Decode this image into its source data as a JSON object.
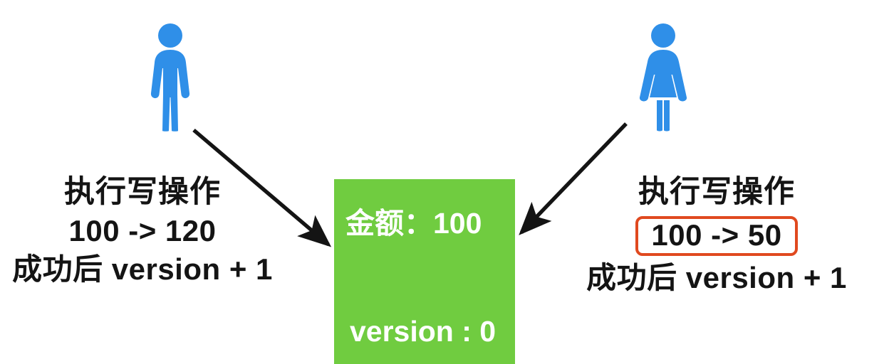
{
  "diagram": {
    "title": "optimistic-lock-concurrent-write",
    "colors": {
      "person": "#2f8fe8",
      "record_box": "#70cc40",
      "record_text": "#ffffff",
      "highlight_border": "#e0491f",
      "arrow": "#141414",
      "text": "#141414",
      "background": "#ffffff"
    },
    "actors": [
      {
        "id": "left-user",
        "icon": "male-person-icon",
        "label": ""
      },
      {
        "id": "right-user",
        "icon": "female-person-icon",
        "label": ""
      }
    ],
    "left_operation": {
      "action_label": "执行写操作",
      "value_change": "100 -> 120",
      "result_label": "成功后 version + 1",
      "highlighted": false
    },
    "right_operation": {
      "action_label": "执行写操作",
      "value_change": "100 -> 50",
      "result_label": "成功后 version + 1",
      "highlighted": true
    },
    "record": {
      "amount_label": "金额",
      "amount_separator": "：",
      "amount_value": "100",
      "amount_line": "金额：100",
      "version_label": "version",
      "version_separator": " : ",
      "version_value": "0",
      "version_line": "version : 0"
    },
    "arrows": [
      {
        "id": "left-arrow",
        "from": "left-user",
        "to": "record-box-left-edge"
      },
      {
        "id": "right-arrow",
        "from": "right-user",
        "to": "record-box-right-edge"
      }
    ]
  }
}
